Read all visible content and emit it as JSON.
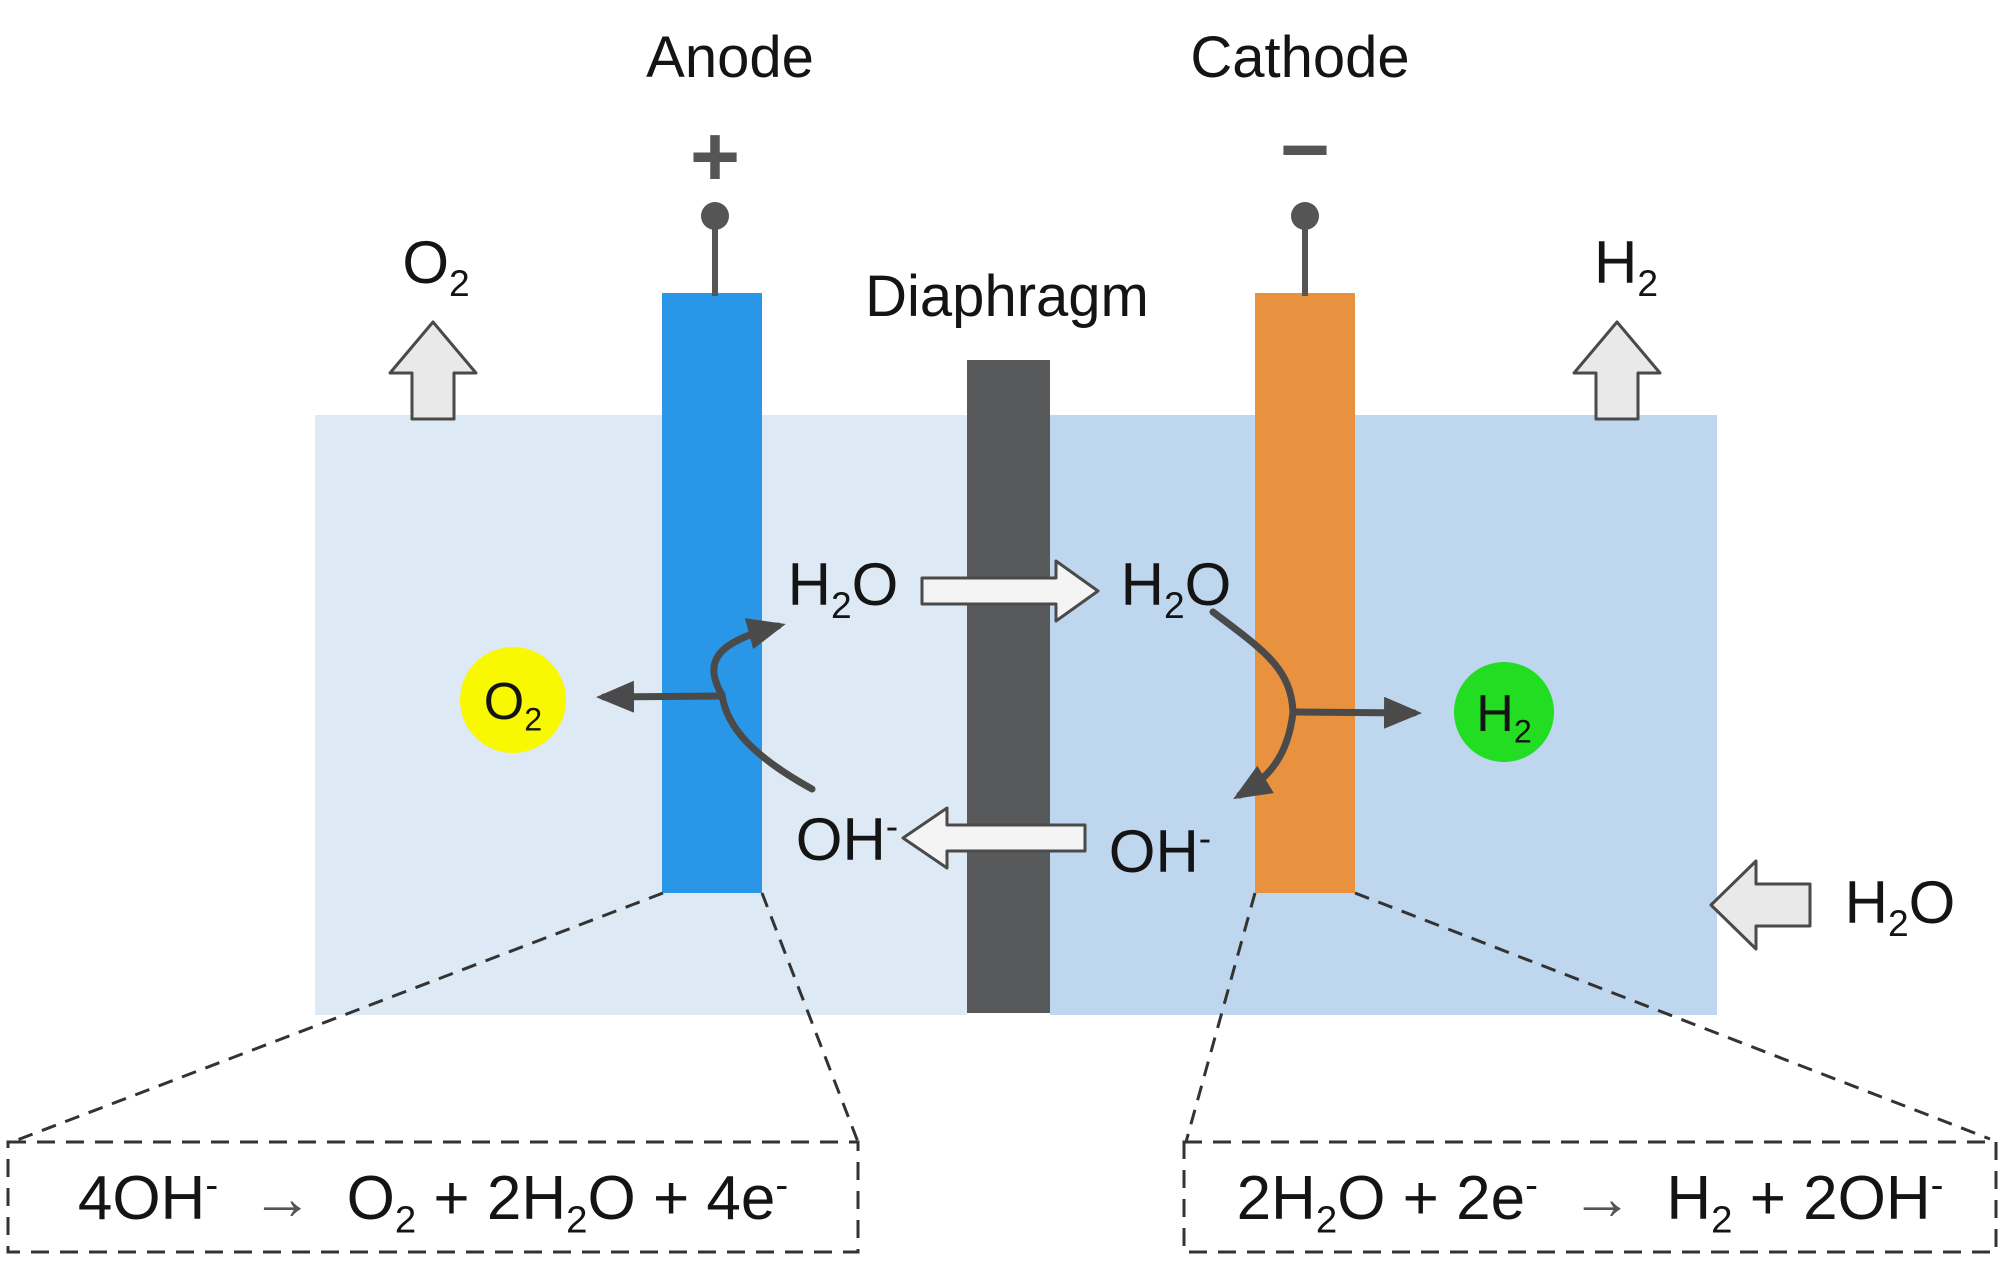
{
  "labels": {
    "anode": "Anode",
    "cathode": "Cathode",
    "diaphragm": "Diaphragm",
    "plus_terminal": "+",
    "minus_terminal": "−"
  },
  "gas_outlets": {
    "oxygen": "O_2",
    "hydrogen": "H_2"
  },
  "species": {
    "h2o_left": "H_2O",
    "h2o_right": "H_2O",
    "oh_left": "OH^-",
    "oh_right": "OH^-",
    "o2_bubble": "O_2",
    "h2_bubble": "H_2",
    "h2o_inlet": "H_2O"
  },
  "equations": {
    "anode_reaction": "4OH^- → O_2 + 2H_2O + 4e^-",
    "cathode_reaction": "2H_2O + 2e^- → H_2 + 2OH^-"
  },
  "colors": {
    "anode": "#2996e8",
    "cathode": "#e8923f",
    "diaphragm": "#58595b",
    "electrolyte_left": "#dde9f4",
    "electrolyte_right": "#bed6ee",
    "o2_bubble": "#f8f800",
    "h2_bubble": "#22dd22",
    "block_arrow_fill": "#e9e9e9",
    "crossover_arrow_fill": "#f4f4f4",
    "stroke_dark": "#4a4a4a"
  }
}
